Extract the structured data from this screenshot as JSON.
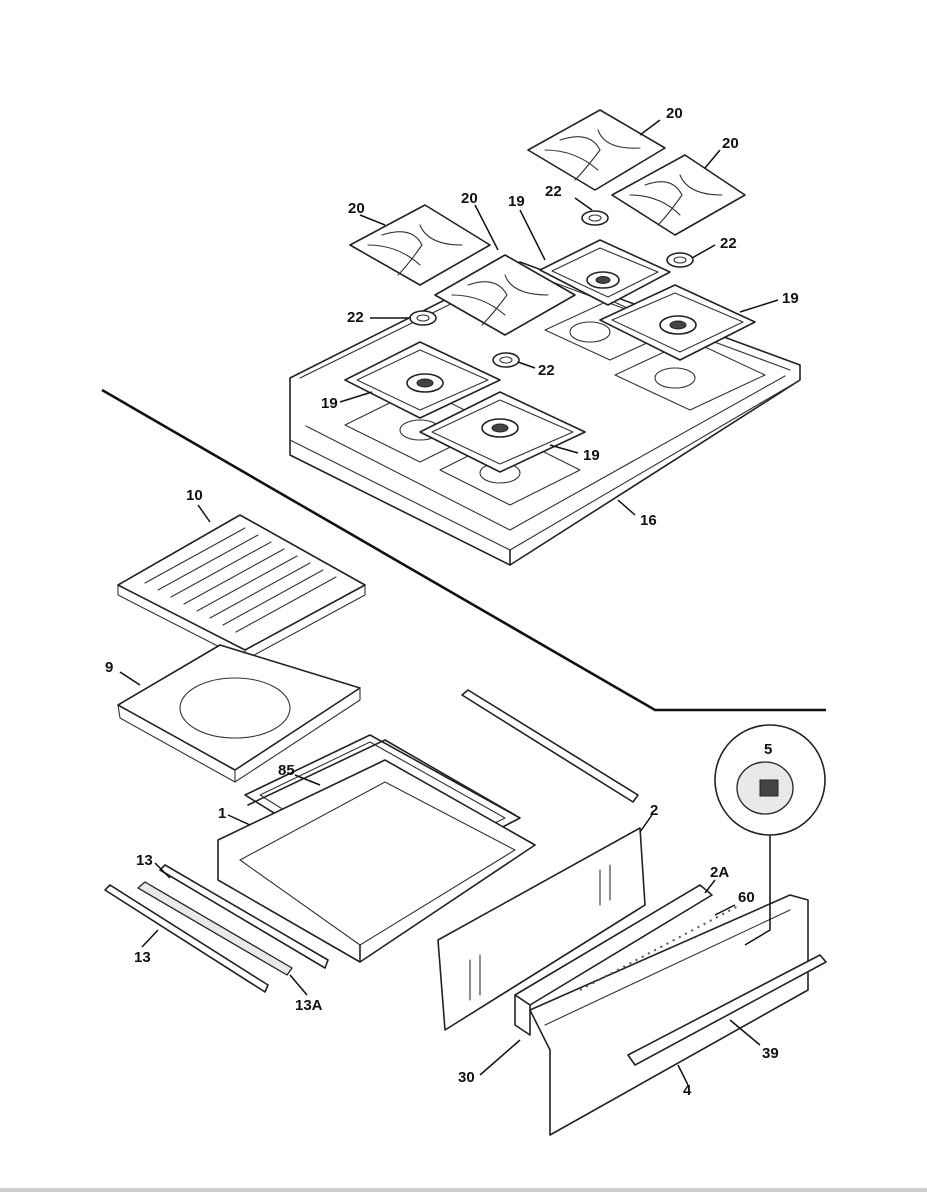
{
  "diagram": {
    "callouts": {
      "grate_right_top": "20",
      "grate_right_mid": "20",
      "grate_left_top": "20",
      "grate_center": "20",
      "gasket_top_center": "19",
      "gasket_right": "19",
      "gasket_left_lower": "19",
      "gasket_center_lower": "19",
      "ring_upper_right": "22",
      "ring_right": "22",
      "ring_left": "22",
      "ring_center": "22",
      "cooktop": "16",
      "griddle_grate": "10",
      "griddle_pan": "9",
      "rack": "85",
      "drawer_body": "1",
      "slide_upper": "13",
      "slide_lower": "13",
      "slide_assembly": "13A",
      "side_panel_right": "2",
      "drawer_front_support": "2A",
      "knob_detail": "5",
      "screw": "60",
      "back_panel": "30",
      "handle": "39",
      "drawer_front": "4"
    },
    "footer_strip_color": "#cfcfcf"
  }
}
